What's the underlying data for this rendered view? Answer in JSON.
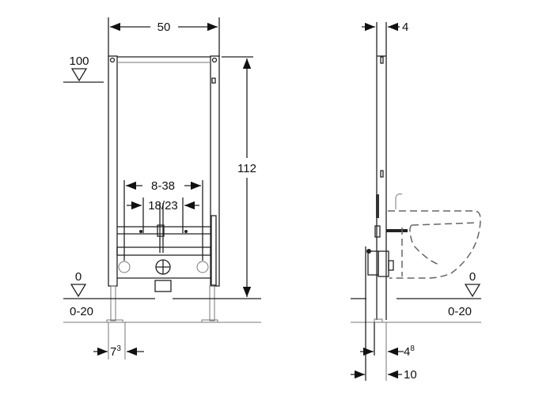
{
  "front_view": {
    "width_label": "50",
    "height_label": "112",
    "level_top_label": "100",
    "level_floor_label": "0",
    "floor_range_label": "0-20",
    "spacing_label": "8-38",
    "spacing_inner_label": "18/23",
    "foot_label": "7",
    "foot_label_sup": "3"
  },
  "side_view": {
    "depth_label": "4",
    "level_floor_label": "0",
    "floor_range_label": "0-20",
    "offset_label": "4",
    "offset_label_sup": "8",
    "total_label": "10"
  }
}
